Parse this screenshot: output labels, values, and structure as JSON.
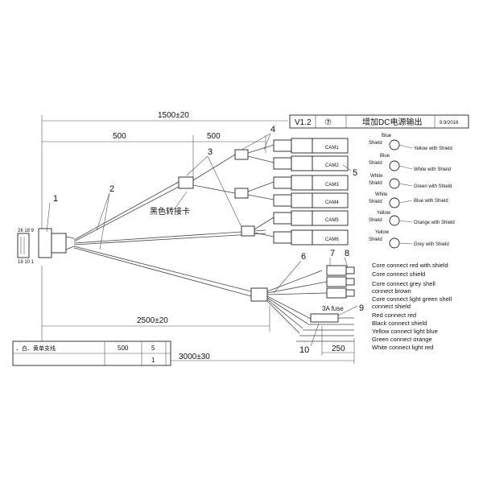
{
  "dimensions": {
    "overall_length": "1500±20",
    "segment_a": "500",
    "segment_b": "500",
    "power_branch_length": "2500±20",
    "total_length": "3000±30",
    "fuse_lead_length": "250"
  },
  "callouts": [
    "1",
    "2",
    "3",
    "4",
    "5",
    "6",
    "7",
    "8",
    "9",
    "10"
  ],
  "adapter_label": "黑色转接卡",
  "connector_pinout": {
    "row1": "26 18 9",
    "row2": "19 10 1"
  },
  "cameras": [
    "CAM1",
    "CAM2",
    "CAM3",
    "CAM4",
    "CAM5",
    "CAM6"
  ],
  "title_block": {
    "version": "V1.2",
    "sheet_mark": "⑦",
    "title": "增加DC电源输出",
    "date": "9.9/2016"
  },
  "pin_details": [
    {
      "upper": "Blue",
      "lower": "Shield",
      "result": "Yellow with Shield"
    },
    {
      "upper": "Blue",
      "lower": "Shield",
      "result": "White with Shield"
    },
    {
      "upper": "White",
      "lower": "Shield",
      "result": "Green with Shield"
    },
    {
      "upper": "White",
      "lower": "Shield",
      "result": "Blue with Shield"
    },
    {
      "upper": "Yellow",
      "lower": "Shield",
      "result": "Orange with Shield"
    },
    {
      "upper": "Yellow",
      "lower": "Shield",
      "result": "Grey with Shield"
    }
  ],
  "power_notes": [
    "Core connect red with shield",
    "Core connect shield",
    "Core connect grey shell",
    "connect brown",
    "Core connect light green shell",
    "connect shield",
    "Red connect red",
    "Black connect shield",
    "Yellow connect light blue",
    "Green connect orange",
    "White connect light red"
  ],
  "fuse_label": "3A fuse",
  "bom_table": {
    "row1": {
      "desc": "、白、黄单支线",
      "qty": "500",
      "item": "5"
    },
    "row2": {
      "item": "1"
    }
  }
}
